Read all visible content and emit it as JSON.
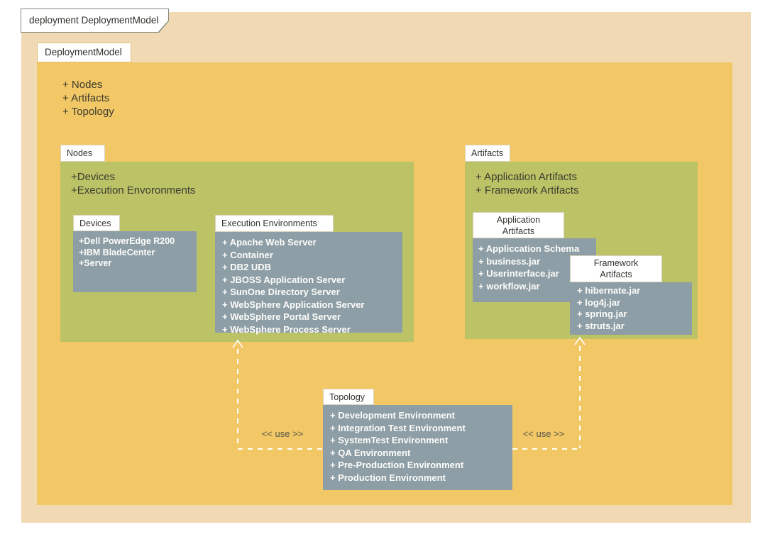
{
  "colors": {
    "frame_tan": "#F1DAB3",
    "model_orange": "#F2C765",
    "package_green": "#BCC266",
    "box_gray": "#8E9EA6"
  },
  "frame": {
    "tab_label": "deployment DeploymentModel"
  },
  "model": {
    "tab_label": "DeploymentModel",
    "items": [
      "+ Nodes",
      "+ Artifacts",
      "+ Topology"
    ]
  },
  "nodes": {
    "tab_label": "Nodes",
    "items": [
      "+Devices",
      "+Execution Envoronments"
    ],
    "devices": {
      "tab_label": "Devices",
      "items": [
        "+Dell PowerEdge R200",
        "+IBM BladeCenter",
        "+Server"
      ]
    },
    "execution_environments": {
      "tab_label": "Execution Environments",
      "items": [
        "+ Apache Web Server",
        "+ Container",
        "+ DB2 UDB",
        "+ JBOSS Application Server",
        "+ SunOne Directory Server",
        "+ WebSphere Application Server",
        "+ WebSphere Portal Server",
        "+ WebSphere Process Server"
      ]
    }
  },
  "artifacts": {
    "tab_label": "Artifacts",
    "items": [
      "+ Application Artifacts",
      "+ Framework Artifacts"
    ],
    "application_artifacts": {
      "tab_lines": [
        "Application",
        "Artifacts"
      ],
      "items": [
        "+ Appliccation Schema",
        "+ business.jar",
        "+ Userinterface.jar",
        "+ workflow.jar"
      ]
    },
    "framework_artifacts": {
      "tab_lines": [
        "Framework",
        "Artifacts"
      ],
      "items": [
        "+ hibernate.jar",
        "+ log4j.jar",
        "+ spring.jar",
        "+ struts.jar"
      ]
    }
  },
  "topology": {
    "tab_label": "Topology",
    "items": [
      "+ Development Environment",
      "+ Integration Test Environment",
      "+ SystemTest Environment",
      "+ QA Environment",
      "+ Pre-Production Environment",
      "+ Production Environment"
    ]
  },
  "connectors": {
    "left_label": "<< use >>",
    "right_label": "<< use >>"
  }
}
